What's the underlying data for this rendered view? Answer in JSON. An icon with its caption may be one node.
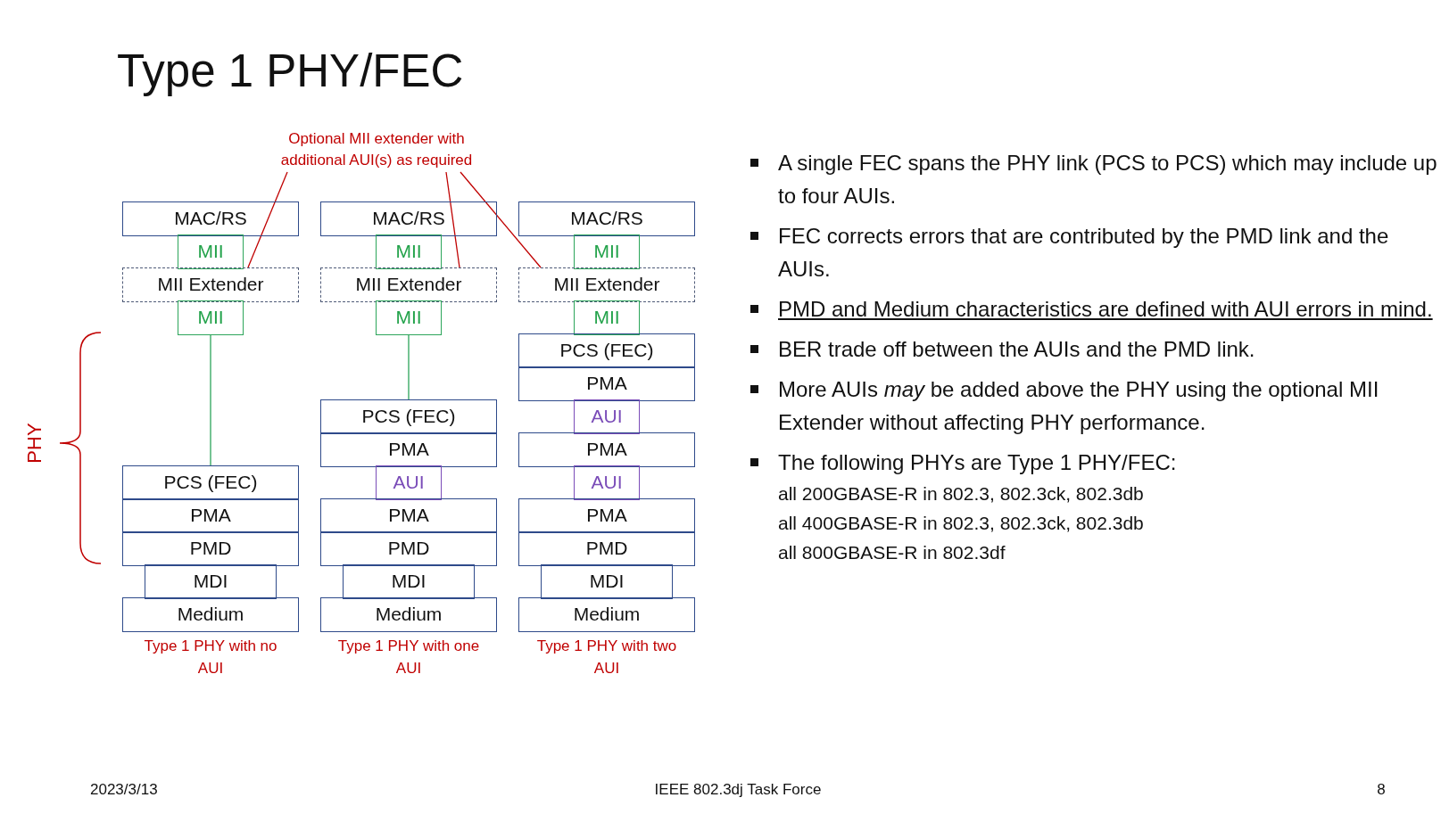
{
  "diagram": {
    "title": "Type 1 PHY/FEC",
    "nodes": [
      {
        "text": [
          "Optional MII extender with additional AUI(s) as required"
        ]
      },
      {
        "text": [
          "MAC/RS"
        ]
      },
      {
        "text": [
          "MII"
        ]
      },
      {
        "text": [
          "MII Extender"
        ]
      },
      {
        "text": [
          "MII"
        ]
      },
      {
        "text": [
          "PCS (FEC)"
        ]
      },
      {
        "text": [
          "PMA"
        ]
      },
      {
        "text": [
          "PMD"
        ]
      },
      {
        "text": [
          "MDI"
        ]
      },
      {
        "text": [
          "Medium"
        ]
      },
      {
        "text": [
          "MAC/RS"
        ]
      },
      {
        "text": [
          "MII"
        ]
      },
      {
        "text": [
          "MII Extender"
        ]
      },
      {
        "text": [
          "MII"
        ]
      },
      {
        "text": [
          "PCS (FEC)"
        ]
      },
      {
        "text": [
          "PMA"
        ]
      },
      {
        "text": [
          "AUI"
        ]
      },
      {
        "text": [
          "PMA"
        ]
      },
      {
        "text": [
          "PMD"
        ]
      },
      {
        "text": [
          "MDI"
        ]
      },
      {
        "text": [
          "Medium"
        ]
      },
      {
        "text": [
          "MAC/RS"
        ]
      },
      {
        "text": [
          "MII"
        ]
      },
      {
        "text": [
          "MII Extender"
        ]
      },
      {
        "text": [
          "MII"
        ]
      },
      {
        "text": [
          "PCS (FEC)"
        ]
      },
      {
        "text": [
          "PMA"
        ]
      },
      {
        "text": [
          "AUI"
        ]
      },
      {
        "text": [
          "PMA"
        ]
      },
      {
        "text": [
          "AUI"
        ]
      },
      {
        "text": [
          "PMA"
        ]
      },
      {
        "text": [
          "PMD"
        ]
      },
      {
        "text": [
          "MDI"
        ]
      },
      {
        "text": [
          "Medium"
        ]
      }
    ],
    "edges": [
      {
        "from": 0,
        "to": 3,
        "arrow": "none",
        "color": "#c00000"
      },
      {
        "from": 0,
        "to": 12,
        "arrow": "none",
        "color": "#c00000"
      },
      {
        "from": 0,
        "to": 23,
        "arrow": "none",
        "color": "#c00000"
      },
      {
        "from": 4,
        "to": 5,
        "arrow": "none",
        "color": "#2ca55a"
      },
      {
        "from": 13,
        "to": 14,
        "arrow": "none",
        "color": "#2ca55a"
      }
    ],
    "labels": [
      "PHY",
      "Type 1 PHY with no AUI",
      "Type 1 PHY with one AUI",
      "Type 1 PHY with two AUI",
      "A single FEC spans the PHY link (PCS to PCS) which may include up to four AUIs.",
      "FEC corrects errors that are contributed by the PMD link and the AUIs.",
      "PMD and Medium characteristics are defined with AUI errors in mind.",
      "BER trade off between the AUIs and the PMD link.",
      "More AUIs *may* be added above the PHY using the optional MII Extender without affecting PHY performance.",
      "The following PHYs are Type 1 PHY/FEC:",
      "all 200GBASE-R in 802.3, 802.3ck, 802.3db",
      "all 400GBASE-R in 802.3, 802.3ck, 802.3db",
      "all 800GBASE-R in 802.3df",
      "2023/3/13",
      "IEEE 802.3dj Task Force",
      "8"
    ]
  }
}
